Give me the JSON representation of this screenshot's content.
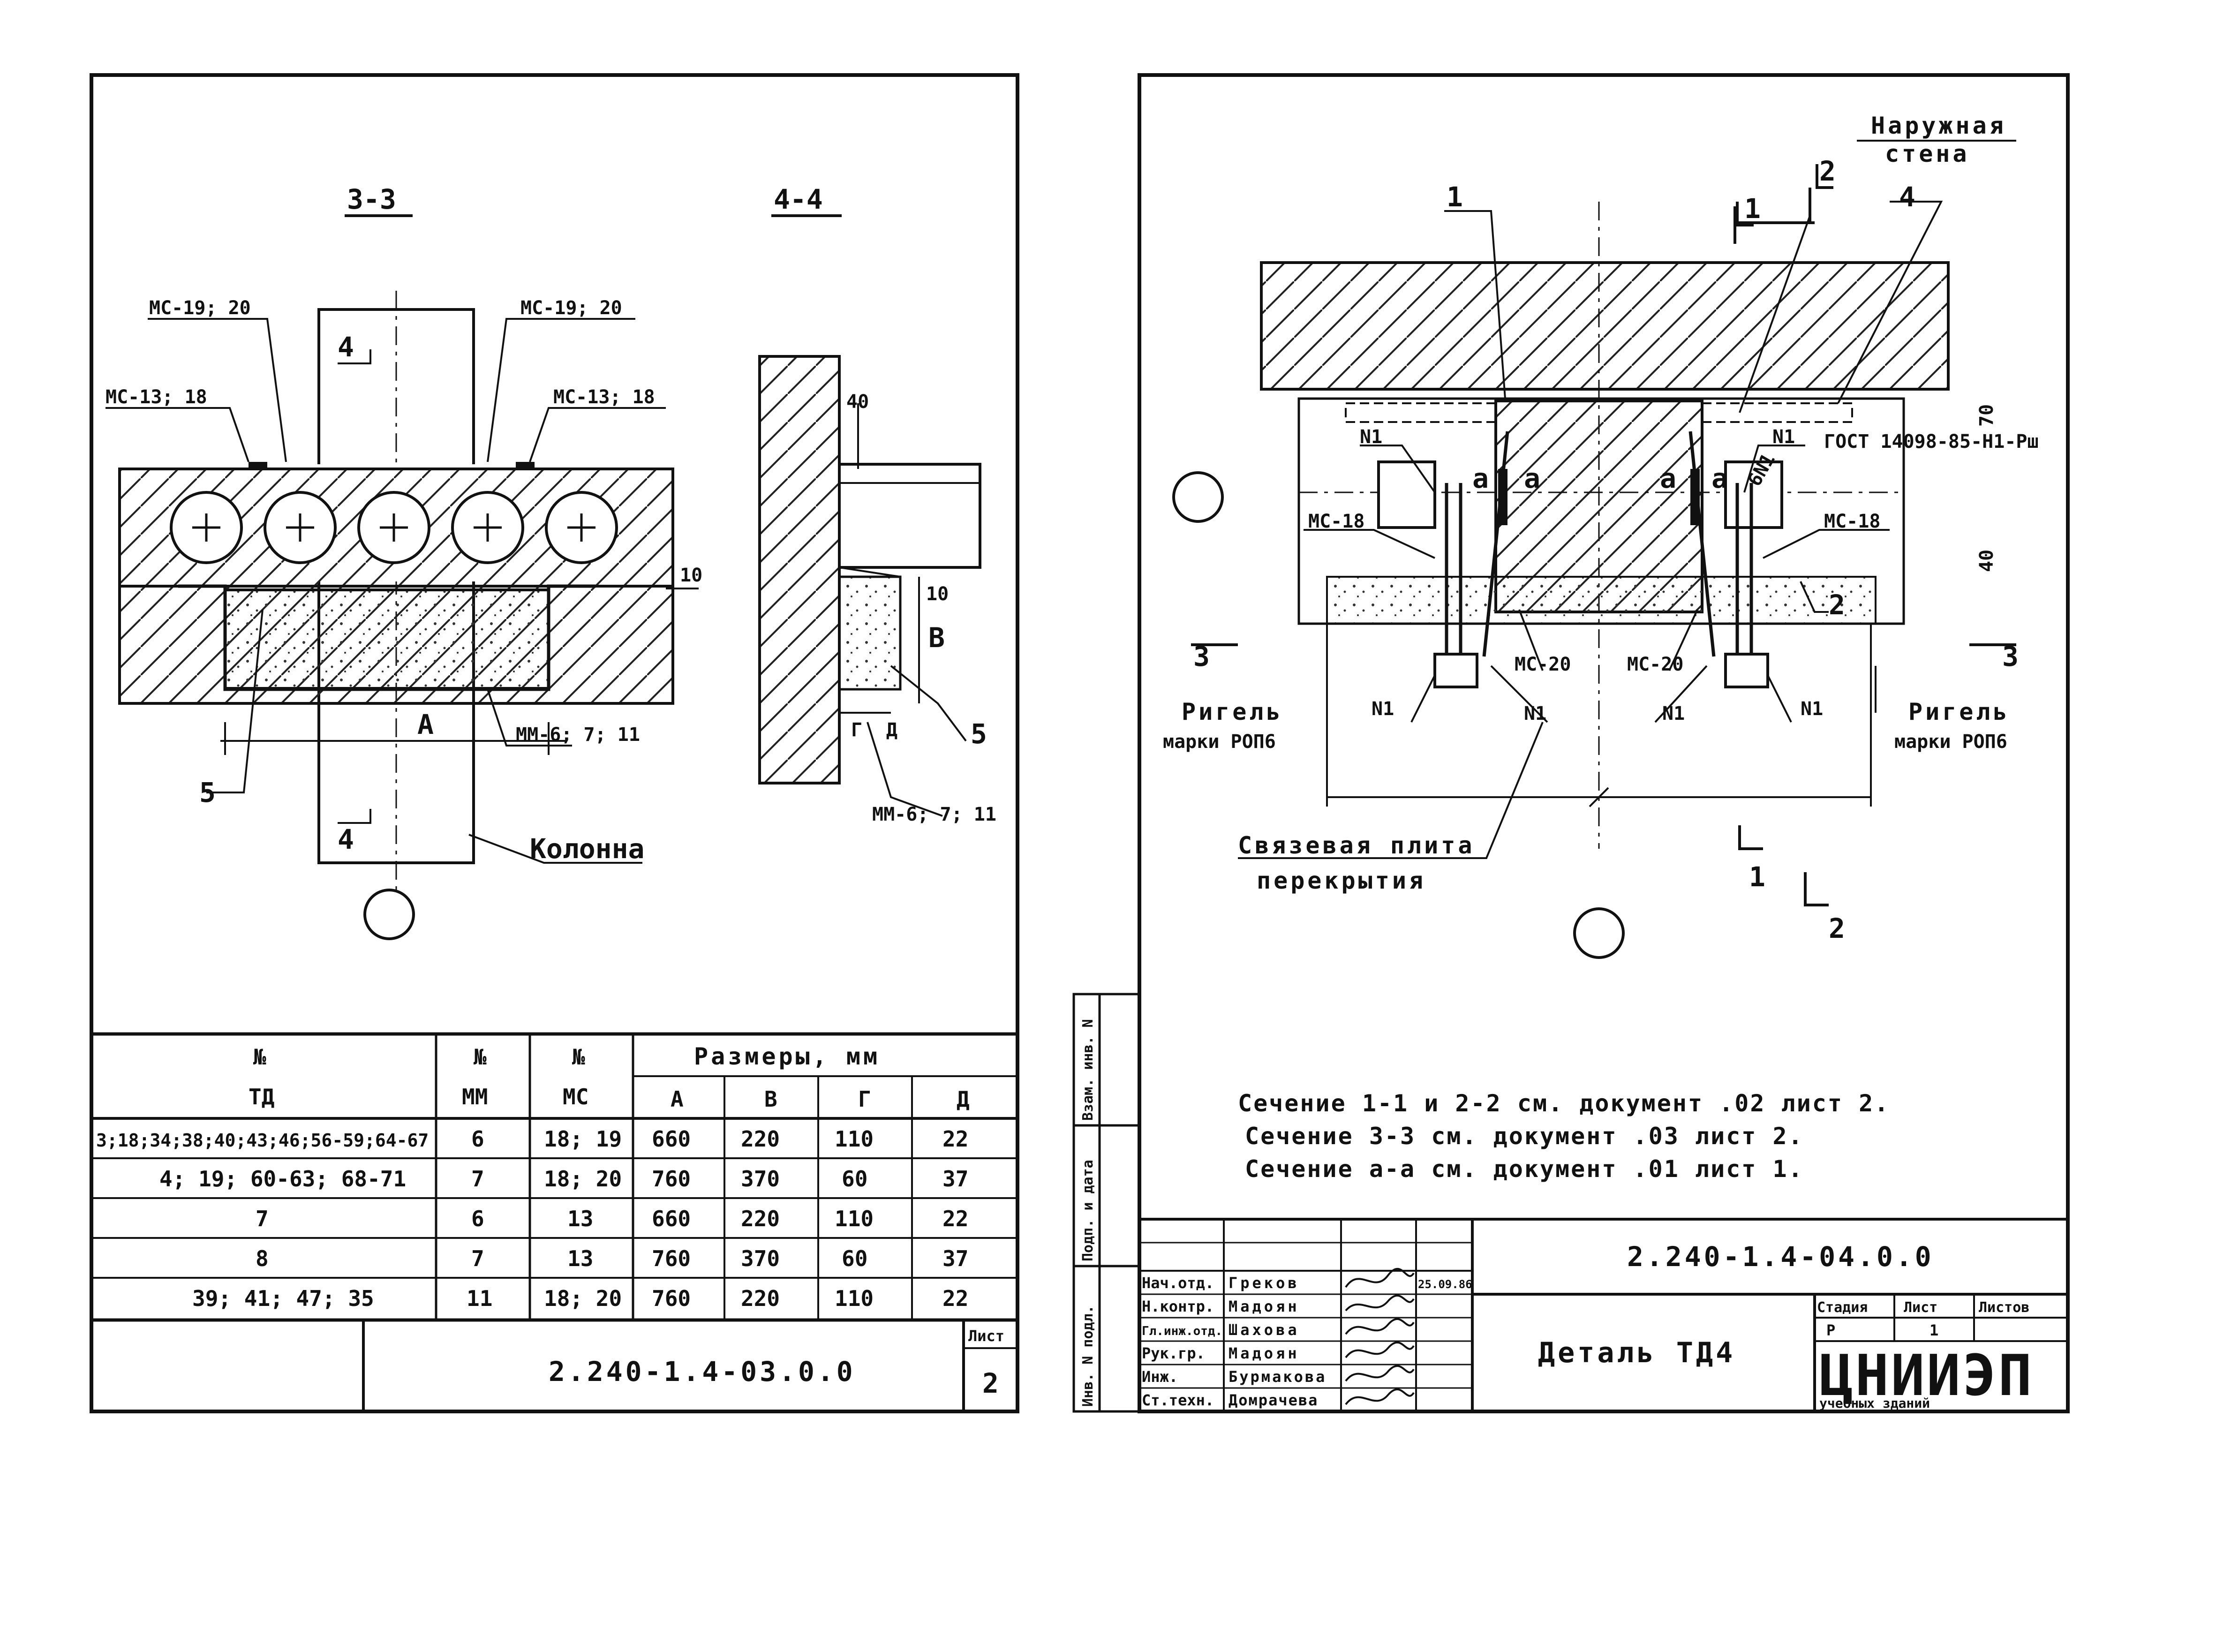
{
  "sheet_left": {
    "section_3_3": "3-3",
    "section_4_4": "4-4",
    "labels": {
      "mc19_20_left": "МС-19; 20",
      "mc19_20_right": "МС-19; 20",
      "mc13_18_left": "МС-13; 18",
      "mc13_18_right": "МС-13; 18",
      "cut_4_top": "4",
      "cut_4_bottom": "4",
      "dim_10_a": "10",
      "dim_A": "А",
      "marker_5_left": "5",
      "mm6_7_11_left": "ММ-6; 7; 11",
      "column": "Колонна",
      "dim_40": "40",
      "dim_10_b": "10",
      "dim_B": "В",
      "dim_G": "Г",
      "dim_D": "Д",
      "marker_5_right": "5",
      "mm6_7_11_right": "ММ-6; 7; 11"
    },
    "table": {
      "h_td_no": "№",
      "h_td": "ТД",
      "h_mm_no": "№",
      "h_mm": "ММ",
      "h_mc_no": "№",
      "h_mc": "МС",
      "h_sizes": "Размеры, мм",
      "h_a": "А",
      "h_b": "В",
      "h_g": "Г",
      "h_d": "Д",
      "rows": [
        {
          "td": "3;18;34;38;40;43;46;56-59;64-67",
          "mm": "6",
          "mc": "18; 19",
          "a": "660",
          "b": "220",
          "g": "110",
          "d": "22"
        },
        {
          "td": "4; 19; 60-63; 68-71",
          "mm": "7",
          "mc": "18; 20",
          "a": "760",
          "b": "370",
          "g": "60",
          "d": "37"
        },
        {
          "td": "7",
          "mm": "6",
          "mc": "13",
          "a": "660",
          "b": "220",
          "g": "110",
          "d": "22"
        },
        {
          "td": "8",
          "mm": "7",
          "mc": "13",
          "a": "760",
          "b": "370",
          "g": "60",
          "d": "37"
        },
        {
          "td": "39; 41; 47; 35",
          "mm": "11",
          "mc": "18; 20",
          "a": "760",
          "b": "220",
          "g": "110",
          "d": "22"
        }
      ]
    },
    "doc_code": "2.240-1.4-03.0.0",
    "sheet_label": "Лист",
    "sheet_no": "2"
  },
  "sheet_right": {
    "labels": {
      "outer_wall_1": "Наружная",
      "outer_wall_2": "стена",
      "cut_2_top": "2",
      "cut_1_top": "1",
      "marker_1": "1",
      "marker_4": "4",
      "dim_70": "70",
      "gost": "ГОСТ 14098-85-Н1-Рш",
      "n1_left": "N1",
      "n1_right": "N1",
      "a_1": "а",
      "a_2": "а",
      "a_3": "а",
      "a_4": "а",
      "weld_6n1": "6N1",
      "mc18_left": "МС-18",
      "mc18_right": "МС-18",
      "dim_40": "40",
      "marker_2": "2",
      "cut_3_left": "3",
      "cut_3_right": "3",
      "mc20_left": "МС-20",
      "mc20_right": "МС-20",
      "n1_bl": "N1",
      "n1_bm": "N1",
      "n1_bm2": "N1",
      "n1_br": "N1",
      "rigel_left_1": "Ригель",
      "rigel_left_2": "марки РОП6",
      "rigel_right_1": "Ригель",
      "rigel_right_2": "марки РОП6",
      "tie_plate_1": "Связевая плита",
      "tie_plate_2": "перекрытия",
      "cut_1_bottom": "1",
      "cut_2_bottom": "2"
    },
    "notes": [
      "Сечение 1-1 и 2-2 см. документ .02 лист 2.",
      "Сечение 3-3 см. документ .03 лист 2.",
      "Сечение а-а см. документ .01 лист 1."
    ],
    "side_stamp": {
      "c1": "Инв. N подл.",
      "c2": "Подп. и дата",
      "c3": "Взам. инв. N"
    },
    "title_block": {
      "staff": [
        {
          "role": "Нач.отд.",
          "name": "Греков"
        },
        {
          "role": "Н.контр.",
          "name": "Мадоян"
        },
        {
          "role": "Гл.инж.отд.",
          "name": "Шахова"
        },
        {
          "role": "Рук.гр.",
          "name": "Мадоян"
        },
        {
          "role": "Инж.",
          "name": "Бурмакова"
        },
        {
          "role": "Ст.техн.",
          "name": "Домрачева"
        }
      ],
      "date": "25.09.86",
      "doc_code": "2.240-1.4-04.0.0",
      "title": "Деталь ТД4",
      "stage_label": "Стадия",
      "sheet_label": "Лист",
      "sheets_label": "Листов",
      "stage": "Р",
      "sheet": "1",
      "org": "ЦНИИЭП",
      "org_sub": "учебных зданий"
    }
  }
}
